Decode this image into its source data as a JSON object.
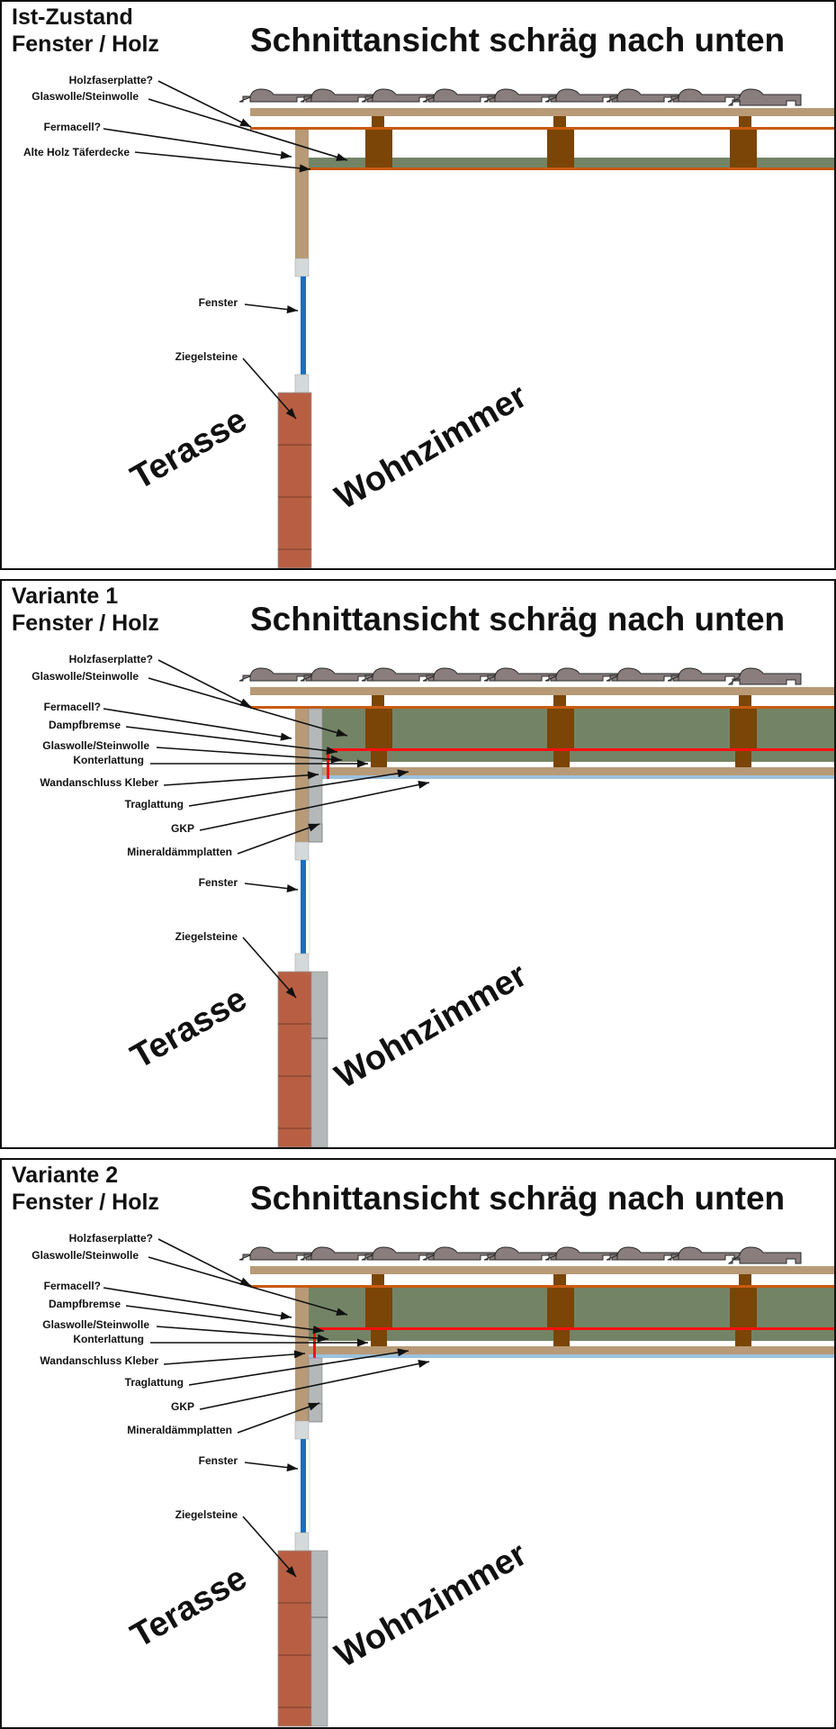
{
  "colors": {
    "tile": "#8a7d7d",
    "tile_outline": "#2a2a2a",
    "wood_light": "#b89a77",
    "rafter": "#7a4506",
    "orange_line": "#c85a10",
    "insulation": "#738466",
    "vapor_barrier": "#ff1010",
    "gkp": "#9dc2de",
    "window": "#1b6fbd",
    "window_frame": "#d4dada",
    "brick": "#b85f43",
    "brick_mortar": "#7a3a28",
    "mineral_board": "#b5b8b8"
  },
  "panels": [
    {
      "id": "ist",
      "title_line1": "Ist-Zustand",
      "title_line2": "Fenster / Holz",
      "heading": "Schnittansicht schräg nach unten",
      "room_outside": "Terasse",
      "room_inside": "Wohnzimmer",
      "labels": [
        "Holzfaserplatte?",
        "Glaswolle/Steinwolle",
        "Fermacell?",
        "Alte Holz Täferdecke",
        "Fenster",
        "Ziegelsteine"
      ]
    },
    {
      "id": "v1",
      "title_line1": "Variante 1",
      "title_line2": "Fenster / Holz",
      "heading": "Schnittansicht schräg nach unten",
      "room_outside": "Terasse",
      "room_inside": "Wohnzimmer",
      "labels": [
        "Holzfaserplatte?",
        "Glaswolle/Steinwolle",
        "Fermacell?",
        "Dampfbremse",
        "Glaswolle/Steinwolle",
        "Konterlattung",
        "Wandanschluss Kleber",
        "Traglattung",
        "GKP",
        "Mineraldämmplatten",
        "Fenster",
        "Ziegelsteine"
      ]
    },
    {
      "id": "v2",
      "title_line1": "Variante 2",
      "title_line2": "Fenster / Holz",
      "heading": "Schnittansicht schräg nach unten",
      "room_outside": "Terasse",
      "room_inside": "Wohnzimmer",
      "labels": [
        "Holzfaserplatte?",
        "Glaswolle/Steinwolle",
        "Fermacell?",
        "Dampfbremse",
        "Glaswolle/Steinwolle",
        "Konterlattung",
        "Wandanschluss Kleber",
        "Traglattung",
        "GKP",
        "Mineraldämmplatten",
        "Fenster",
        "Ziegelsteine"
      ]
    }
  ]
}
